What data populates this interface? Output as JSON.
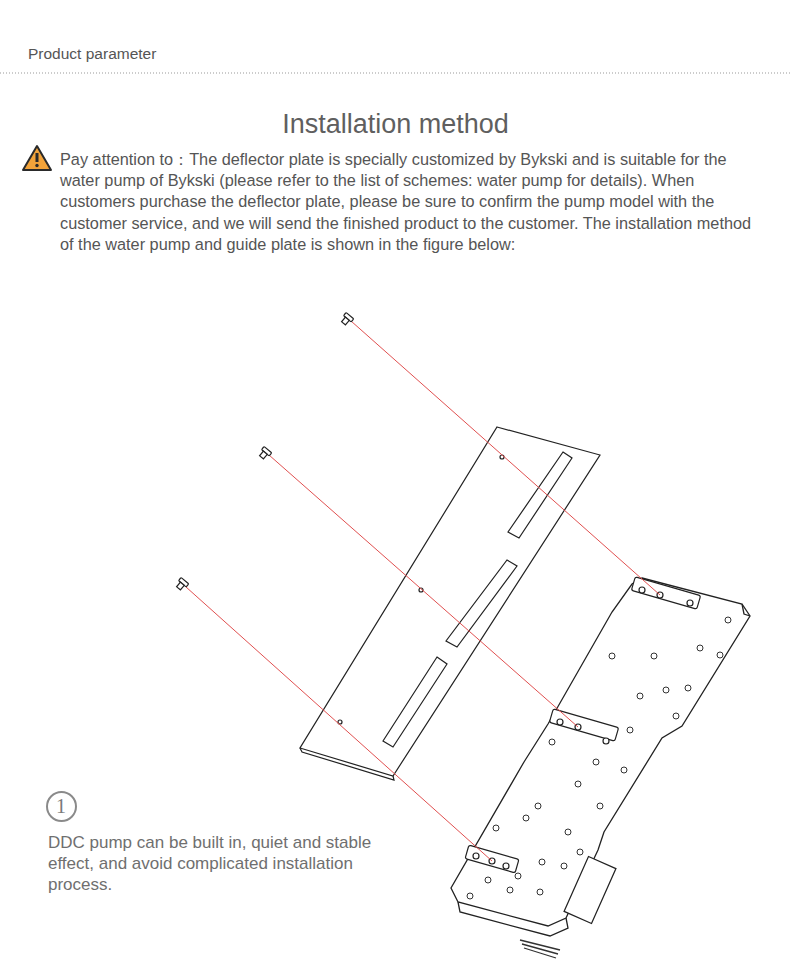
{
  "diagram": {
    "title": "Installation method",
    "nodes": [
      {
        "text": [
          "1"
        ]
      }
    ],
    "labels": [
      "Product parameter",
      "Pay attention to：The deflector plate is specially customized by Bykski and is suitable for the water pump of Bykski (please refer to the list of schemes: water pump for details). When customers purchase the deflector plate, please be sure to confirm the pump model with the customer service, and we will send the finished product to the customer. The installation method of the water pump and guide plate is shown in the figure below:",
      "DDC pump can be built in, quiet and stable effect, and avoid complicated installation process."
    ]
  }
}
